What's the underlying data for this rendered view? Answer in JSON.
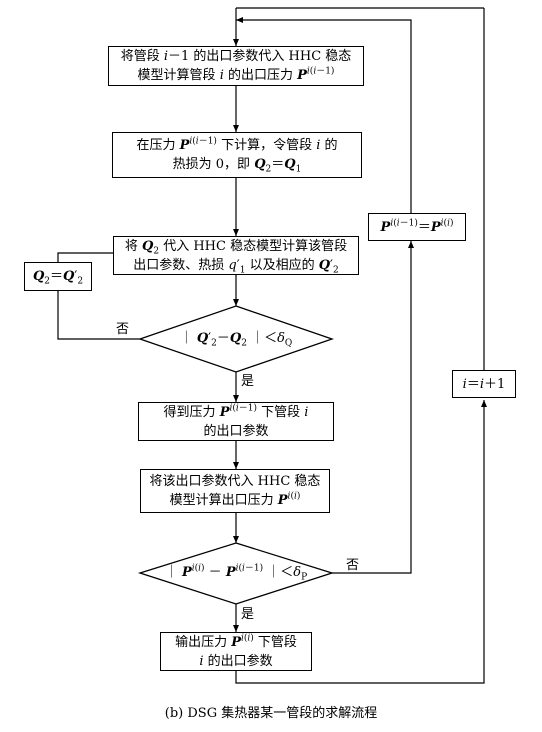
{
  "boxes": {
    "b1": {
      "l1": "将管段 i－1 的出口参数代入 HHC 稳态",
      "l2": "模型计算管段 i 的出口压力 P^{i(i－1)}"
    },
    "b2": {
      "l1": "在压力 P^{i(i－1)} 下计算，令管段 i 的",
      "l2": "热损为 0，即 Q₂＝Q₁"
    },
    "b3": {
      "l1": "将 Q₂ 代入 HHC 稳态模型计算该管段",
      "l2": "出口参数、热损 q′₁ 以及相应的 Q′₂"
    },
    "b4": {
      "l1": "得到压力 P^{i(i－1)} 下管段 i",
      "l2": "的出口参数"
    },
    "b5": {
      "l1": "将该出口参数代入 HHC 稳态",
      "l2": "模型计算出口压力 P^{i(i)}"
    },
    "b6": {
      "l1": "输出压力 P^{i(i)} 下管段",
      "l2": "i 的出口参数"
    },
    "q_assign": "Q₂＝Q′₂",
    "p_assign": "P^{i(i－1)}＝P^{i(i)}",
    "i_incr": "i＝i＋1"
  },
  "decisions": {
    "d1": "｜ Q′₂－Q₂ ｜＜δ_Q",
    "d2": "｜ P^{i(i)} － P^{i(i－1)} ｜＜δ_P"
  },
  "labels": {
    "no": "否",
    "yes": "是"
  },
  "caption": "(b) DSG 集热器某一管段的求解流程"
}
